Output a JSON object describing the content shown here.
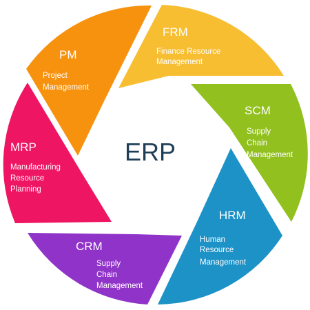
{
  "center": {
    "title": "ERP",
    "color": "#1f3f58"
  },
  "modules": [
    {
      "id": "frm",
      "abbr": "FRM",
      "description": [
        "Finance Resource",
        "Management"
      ],
      "color": "#f7be32"
    },
    {
      "id": "scm",
      "abbr": "SCM",
      "description": [
        "Supply",
        "Chain",
        "Management"
      ],
      "color": "#92c01f"
    },
    {
      "id": "hrm",
      "abbr": "HRM",
      "description": [
        "Human",
        "Resource",
        "Management"
      ],
      "color": "#1d92c7"
    },
    {
      "id": "crm",
      "abbr": "CRM",
      "description": [
        "Supply",
        "Chain",
        "Management"
      ],
      "color": "#9033c8"
    },
    {
      "id": "mrp",
      "abbr": "MRP",
      "description": [
        "Manufacturing",
        "Resource",
        "Planning"
      ],
      "color": "#ee1562"
    },
    {
      "id": "pm",
      "abbr": "PM",
      "description": [
        "Project",
        "Management"
      ],
      "color": "#f7920e"
    }
  ]
}
